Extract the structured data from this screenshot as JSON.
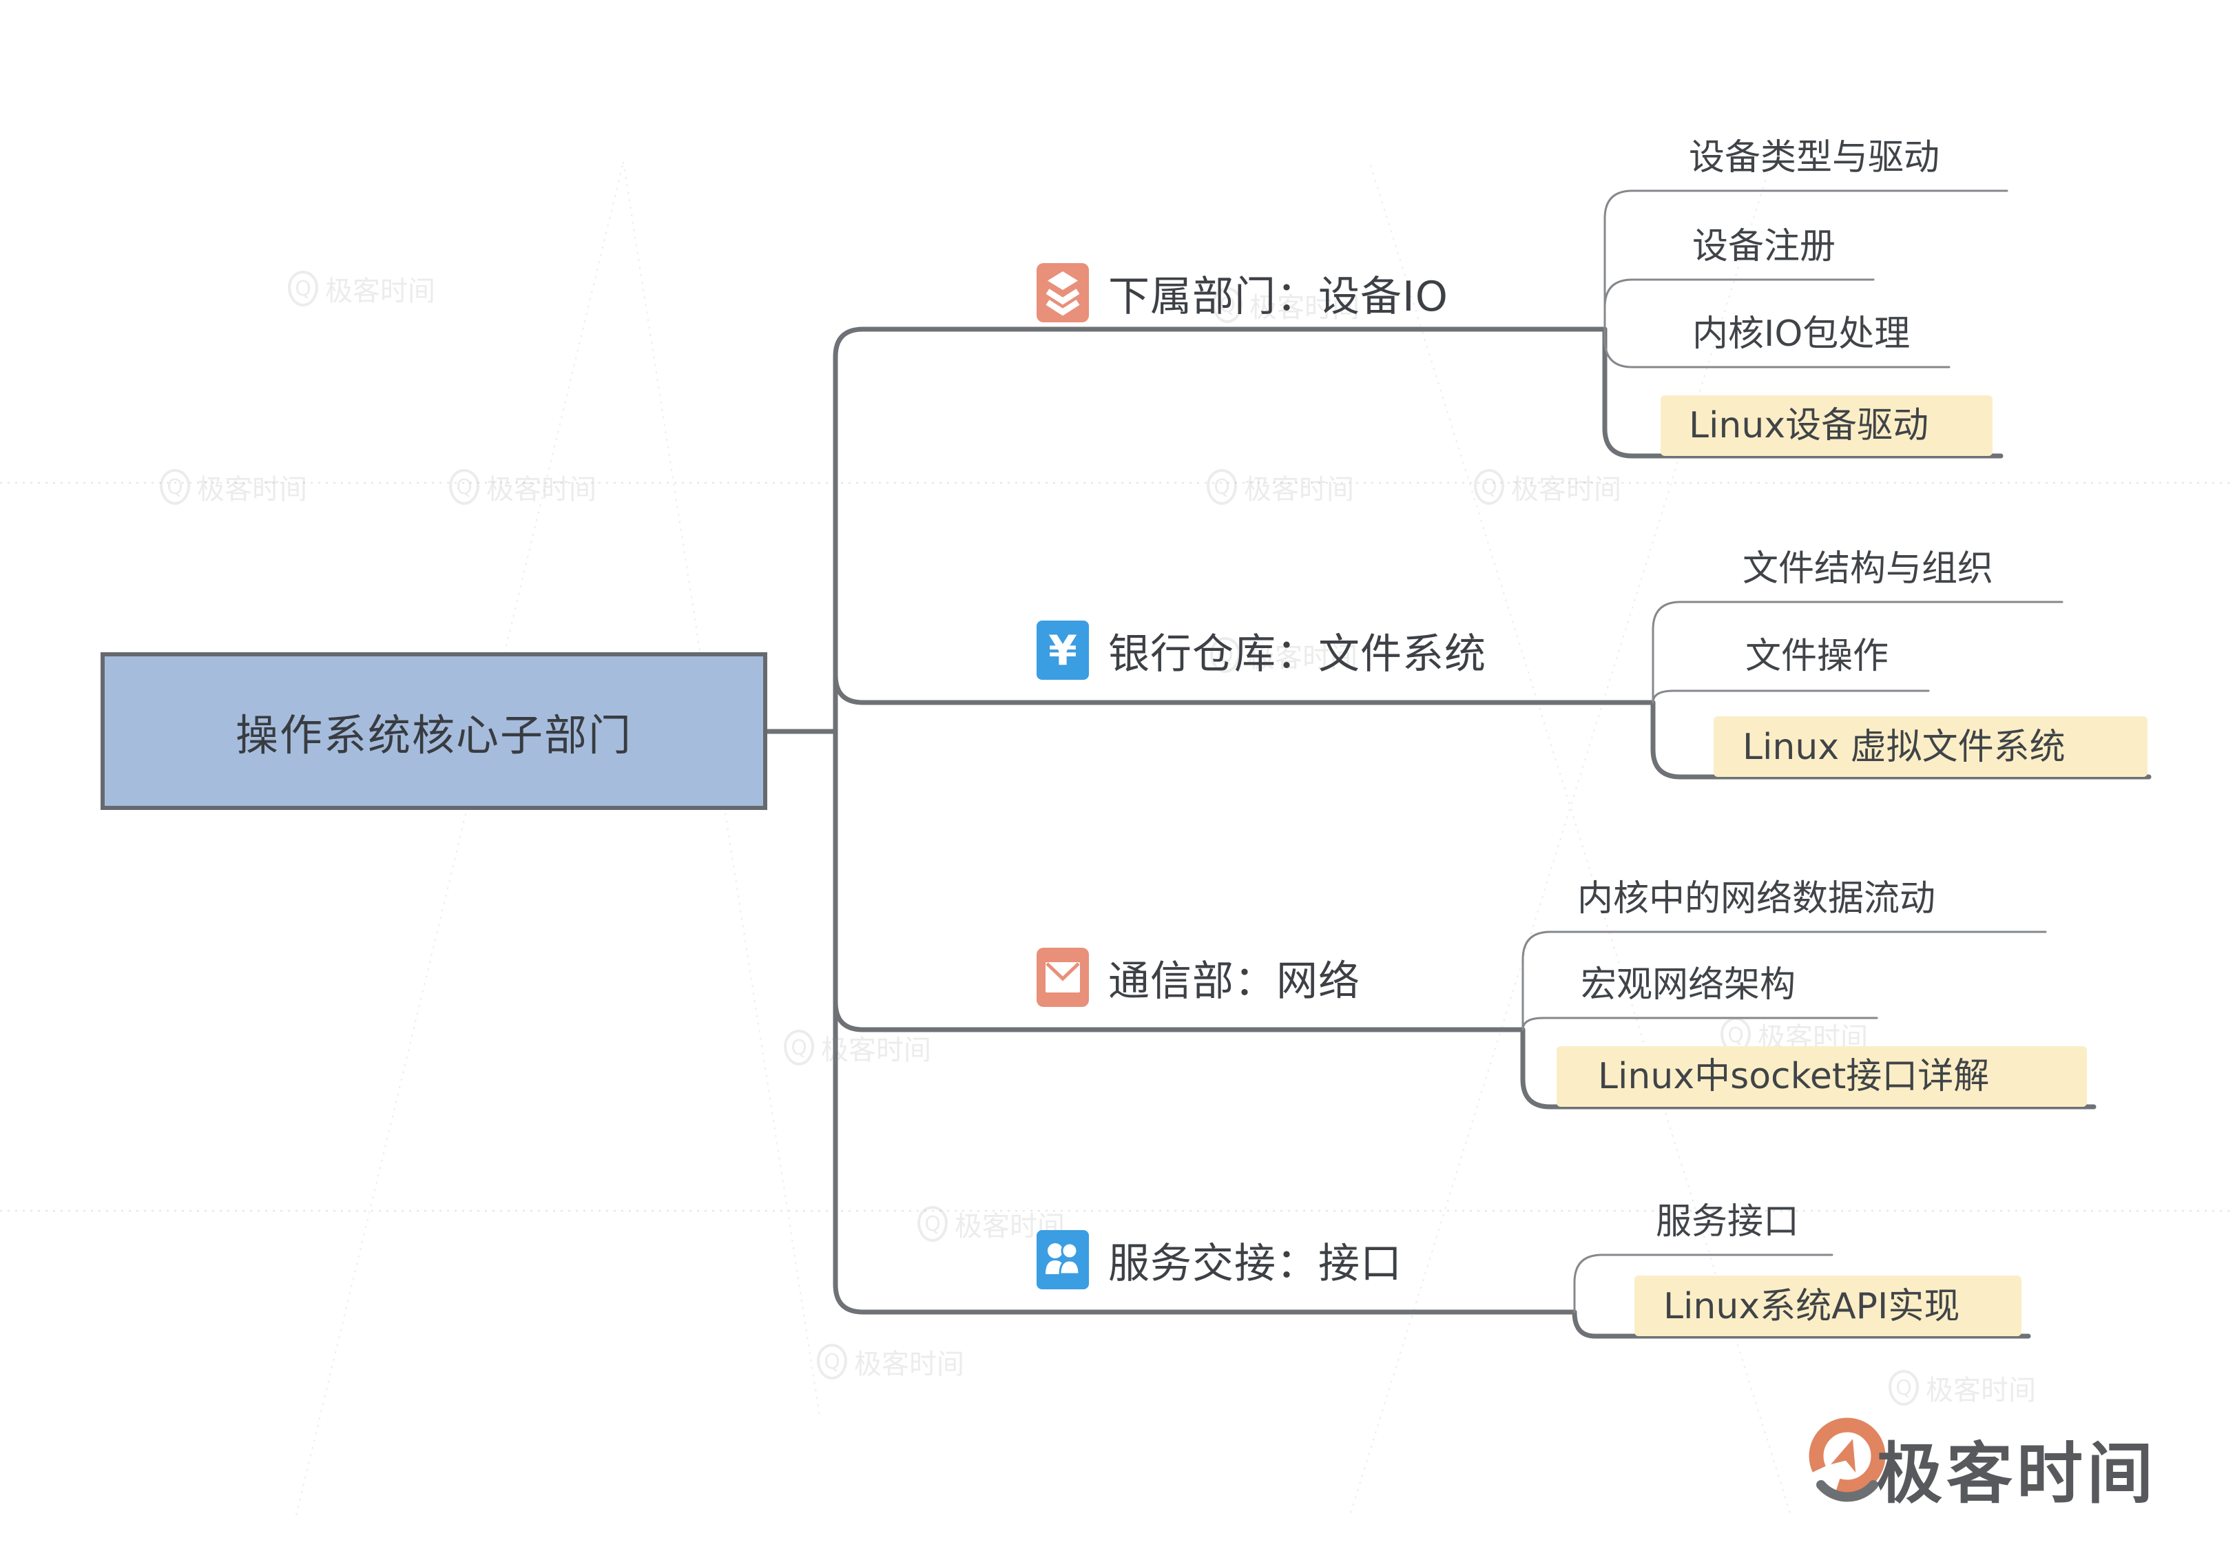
{
  "root": {
    "label": "操作系统核心子部门"
  },
  "branches": [
    {
      "icon": "layers-icon",
      "title": "下属部门：设备IO",
      "children": [
        {
          "label": "设备类型与驱动",
          "highlighted": false
        },
        {
          "label": "设备注册",
          "highlighted": false
        },
        {
          "label": "内核IO包处理",
          "highlighted": false
        },
        {
          "label": "Linux设备驱动",
          "highlighted": true
        }
      ]
    },
    {
      "icon": "yuan-icon",
      "title": "银行仓库：文件系统",
      "children": [
        {
          "label": "文件结构与组织",
          "highlighted": false
        },
        {
          "label": "文件操作",
          "highlighted": false
        },
        {
          "label": "Linux 虚拟文件系统",
          "highlighted": true
        }
      ]
    },
    {
      "icon": "envelope-icon",
      "title": "通信部：网络",
      "children": [
        {
          "label": "内核中的网络数据流动",
          "highlighted": false
        },
        {
          "label": "宏观网络架构",
          "highlighted": false
        },
        {
          "label": "Linux中socket接口详解",
          "highlighted": true
        }
      ]
    },
    {
      "icon": "people-icon",
      "title": "服务交接：接口",
      "children": [
        {
          "label": "服务接口",
          "highlighted": false
        },
        {
          "label": "Linux系统API实现",
          "highlighted": true
        }
      ]
    }
  ],
  "watermark": {
    "label": "极客时间"
  },
  "logo": {
    "label": "极客时间"
  },
  "colors": {
    "root_fill": "#a6bcdc",
    "root_border": "#66696d",
    "branch_line": "#6e7175",
    "child_line": "#85888c",
    "highlight_fill": "#fbeec6",
    "icon_orange": "#e8907a",
    "icon_blue": "#3b9de2",
    "logo_orange": "#e08560",
    "text": "#3d4045"
  }
}
